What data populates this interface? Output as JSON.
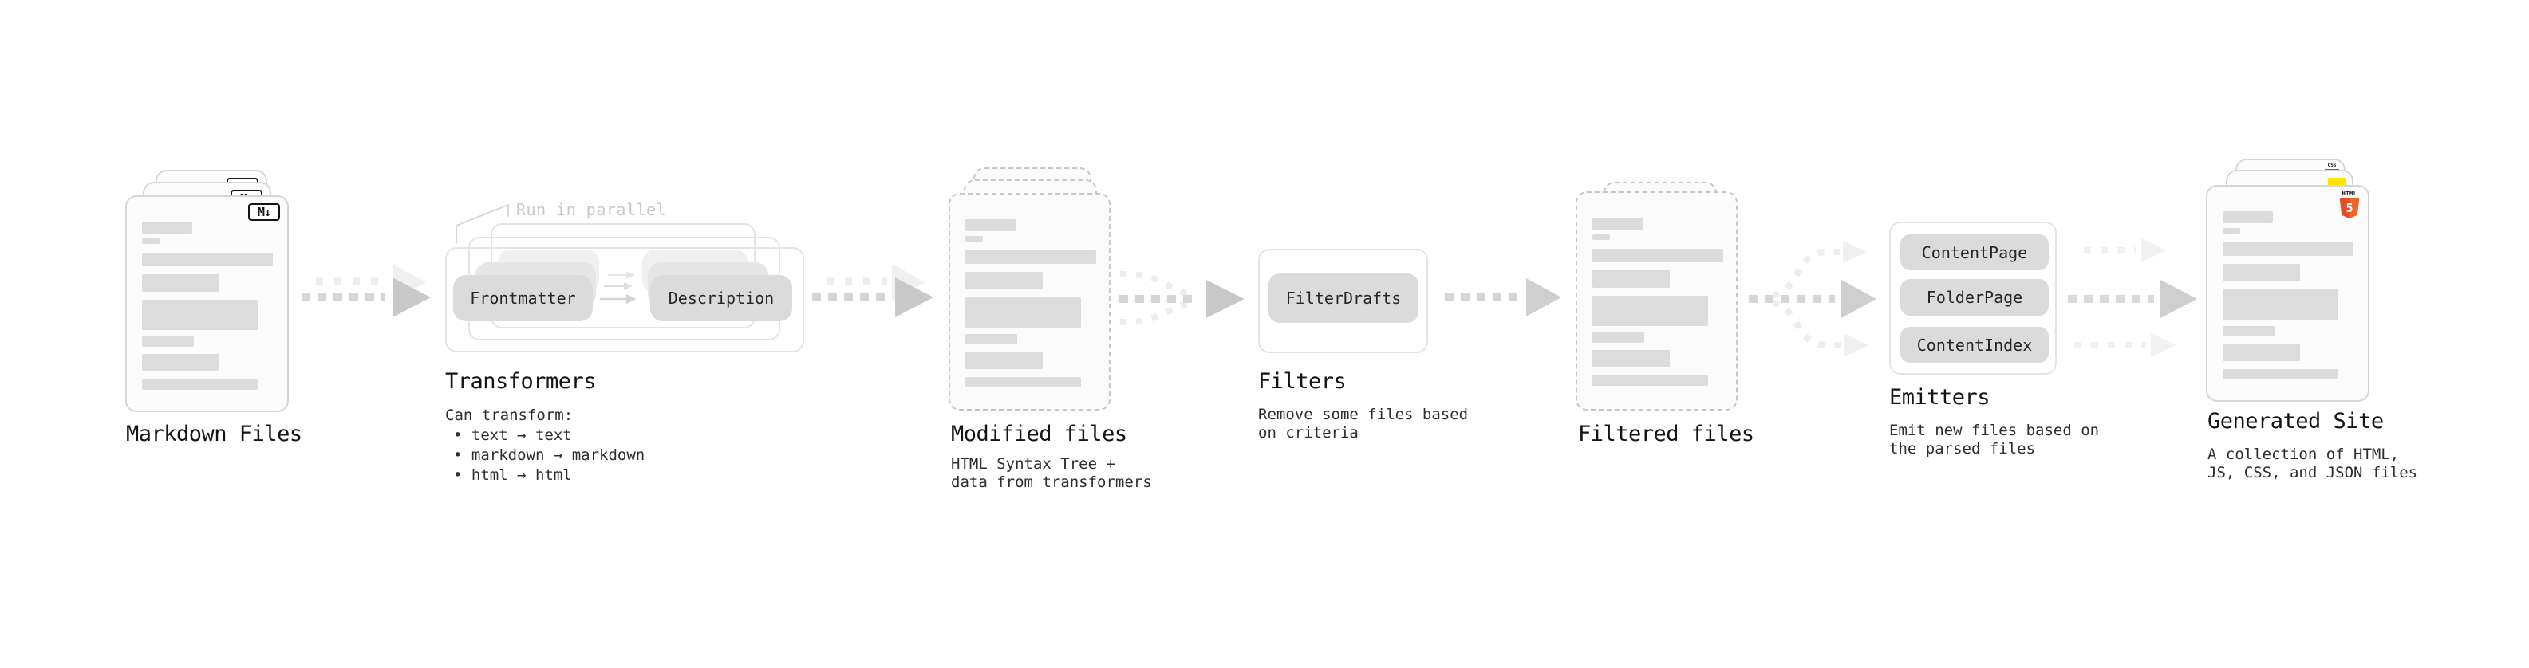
{
  "markdown": {
    "title": "Markdown Files",
    "icon": "M↓"
  },
  "transformers": {
    "note": "Run in parallel",
    "chip_left": "Frontmatter",
    "chip_right": "Description",
    "title": "Transformers",
    "heading": "Can transform:",
    "bullets": [
      "• text → text",
      "• markdown → markdown",
      "• html → html"
    ]
  },
  "modified": {
    "title": "Modified files",
    "sub1": "HTML Syntax Tree +",
    "sub2": "data from transformers"
  },
  "filters": {
    "title": "Filters",
    "chip": "FilterDrafts",
    "sub1": "Remove some files based",
    "sub2": "on criteria"
  },
  "filtered": {
    "title": "Filtered files"
  },
  "emitters": {
    "title": "Emitters",
    "chips": [
      "ContentPage",
      "FolderPage",
      "ContentIndex"
    ],
    "sub1": "Emit new files based on",
    "sub2": "the parsed files"
  },
  "generated": {
    "title": "Generated Site",
    "sub1": "A collection of HTML,",
    "sub2": "JS, CSS, and JSON files",
    "html_icon_label": "HTML",
    "html_icon_number": "5",
    "css_icon_label": "CSS"
  },
  "colors": {
    "arrow_front": "#d6d6d6",
    "arrow_head": "#c9c9c9",
    "arrow_light": "#ededed",
    "chip_fill": "#dbdbdb",
    "html5_orange": "#e44d26",
    "js_yellow": "#ffe400",
    "css_blue": "#2f6fe4"
  }
}
